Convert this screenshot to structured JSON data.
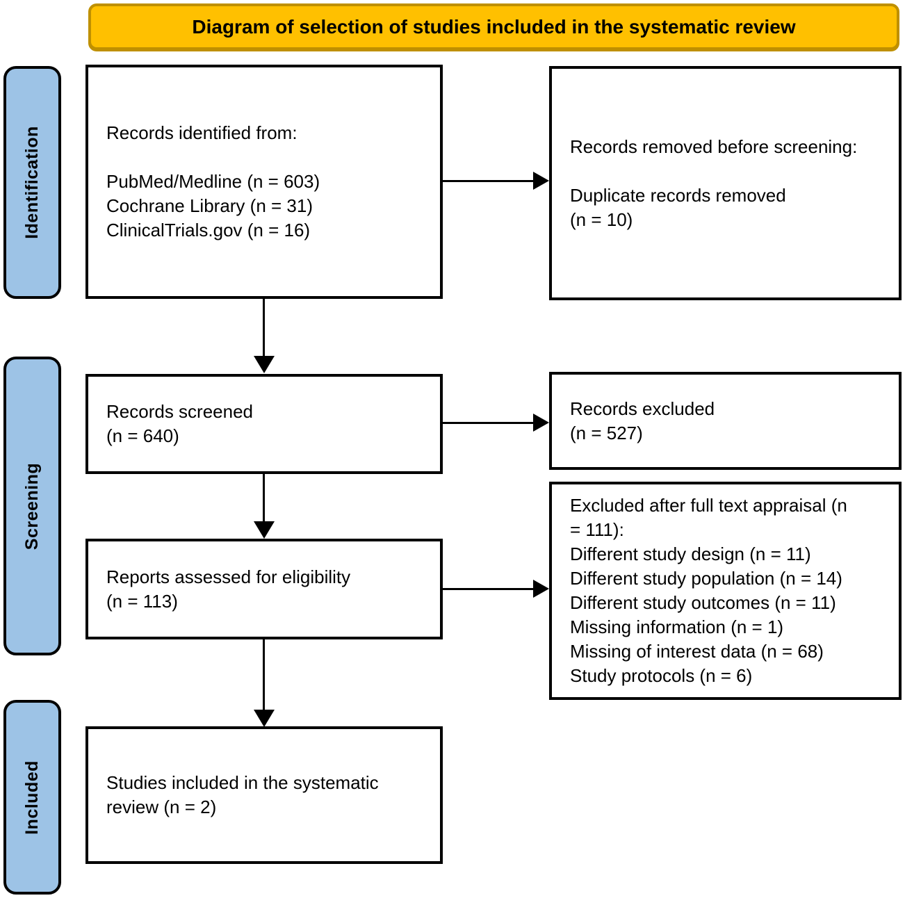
{
  "title": "Diagram of selection of studies included in the systematic review",
  "colors": {
    "title_fill": "#FFC000",
    "title_border": "#BF9000",
    "stage_fill": "#9DC3E6",
    "box_border": "#000000",
    "box_bg": "#FFFFFF",
    "arrow": "#000000",
    "text": "#000000",
    "page_bg": "#FFFFFF"
  },
  "stages": [
    {
      "label": "Identification"
    },
    {
      "label": "Screening"
    },
    {
      "label": "Included"
    }
  ],
  "boxes": {
    "records_identified": {
      "lines": [
        "Records identified from:",
        "",
        "PubMed/Medline (n = 603)",
        "Cochrane Library (n = 31)",
        "ClinicalTrials.gov (n = 16)"
      ]
    },
    "records_removed": {
      "lines": [
        "Records removed before screening:",
        "",
        "Duplicate records removed",
        "(n = 10)"
      ]
    },
    "records_screened": {
      "lines": [
        "Records screened",
        "(n = 640)"
      ]
    },
    "records_excluded": {
      "lines": [
        "Records excluded",
        "(n = 527)"
      ]
    },
    "reports_assessed": {
      "lines": [
        "Reports assessed for eligibility",
        "(n = 113)"
      ]
    },
    "excluded_full_text": {
      "lines": [
        "Excluded after full text appraisal (n",
        "= 111):",
        "Different study design (n = 11)",
        "Different study population (n = 14)",
        "Different study outcomes (n = 11)",
        "Missing information (n = 1)",
        "Missing of interest data (n = 68)",
        "Study protocols (n = 6)"
      ]
    },
    "studies_included": {
      "lines": [
        "Studies included in the systematic",
        "review (n = 2)"
      ]
    }
  }
}
